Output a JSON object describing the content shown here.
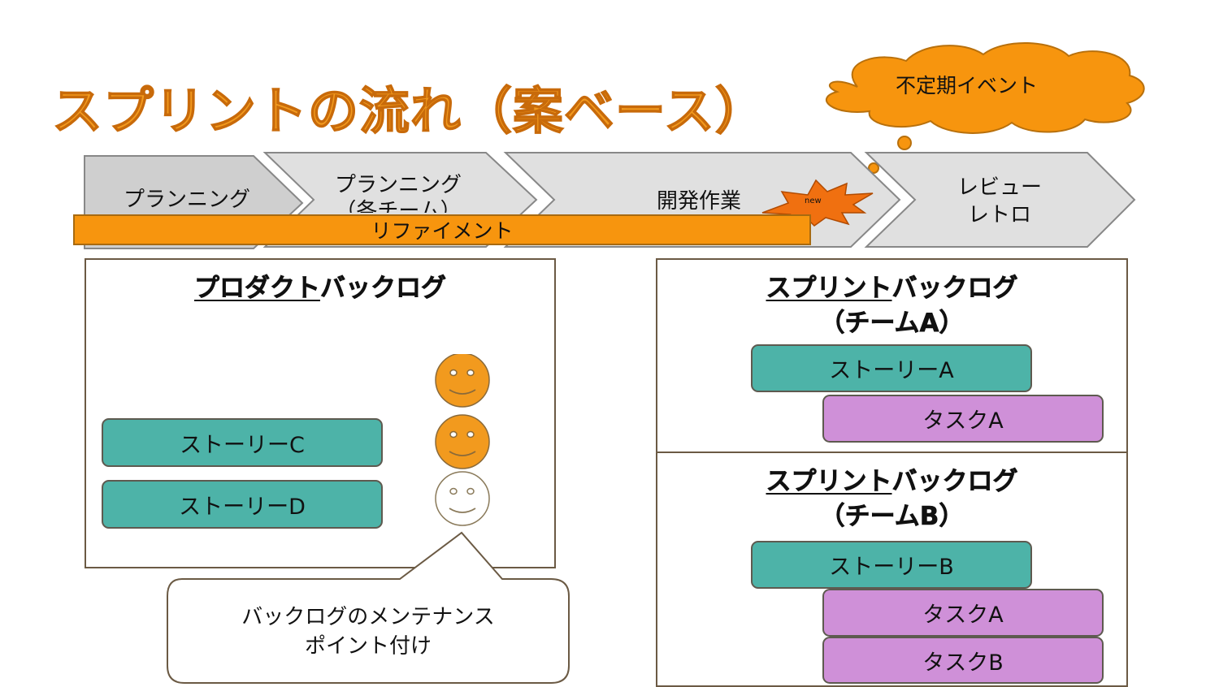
{
  "title": "スプリントの流れ（案ベース）",
  "cloud": {
    "label": "不定期イベント"
  },
  "flow": {
    "planning1": "プランニング",
    "planning2_line1": "プランニング",
    "planning2_line2": "（各チーム）",
    "development": "開発作業",
    "review_line1": "レビュー",
    "review_line2": "レトロ",
    "new_badge": "new"
  },
  "refinement": "リファイメント",
  "product_backlog": {
    "heading_underlined": "プロダクト",
    "heading_rest": "バックログ",
    "stories": [
      "ストーリーC",
      "ストーリーD"
    ]
  },
  "callout": {
    "line1": "バックログのメンテナンス",
    "line2": "ポイント付け"
  },
  "sprint_backlog_a": {
    "heading_underlined": "スプリント",
    "heading_rest": "バックログ",
    "team_prefix": "（チーム",
    "team_letter": "A",
    "team_suffix": "）",
    "story": "ストーリーA",
    "tasks": [
      "タスクA"
    ]
  },
  "sprint_backlog_b": {
    "heading_underlined": "スプリント",
    "heading_rest": "バックログ",
    "team_prefix": "（チーム",
    "team_letter": "B",
    "team_suffix": "）",
    "story": "ストーリーB",
    "tasks": [
      "タスクA",
      "タスクB"
    ]
  },
  "colors": {
    "title": "#f29a1e",
    "story": "#4db3a8",
    "task": "#cf90d8",
    "refinement": "#f7950e",
    "cloud": "#f7950e",
    "chevron": "#e0e0e0",
    "smiley_filled": "#f29a1e"
  }
}
